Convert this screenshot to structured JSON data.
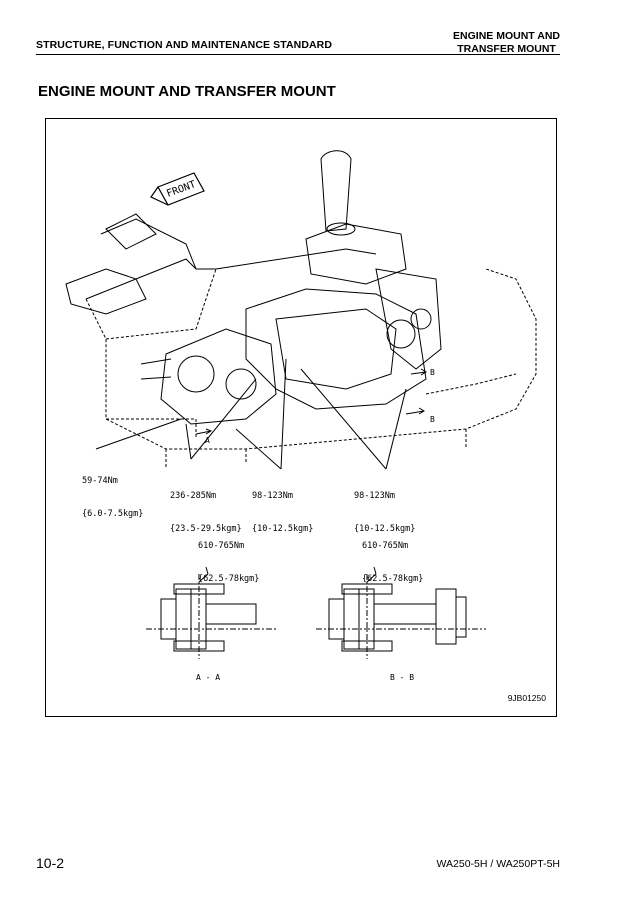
{
  "header": {
    "section_title": "STRUCTURE, FUNCTION AND MAINTENANCE STANDARD",
    "topic_line1": "ENGINE MOUNT AND",
    "topic_line2": "TRANSFER MOUNT"
  },
  "page_title": "ENGINE MOUNT AND TRANSFER MOUNT",
  "figure": {
    "front_label": "FRONT",
    "callouts": {
      "a": "A",
      "b": "B"
    },
    "torques": {
      "t1_line1": "59-74Nm",
      "t1_line2": "{6.0-7.5kgm}",
      "t2_line1": "236-285Nm",
      "t2_line2": "{23.5-29.5kgm}",
      "t3_line1": "98-123Nm",
      "t3_line2": "{10-12.5kgm}",
      "t4_line1": "98-123Nm",
      "t4_line2": "{10-12.5kgm}",
      "t5_line1": "610-765Nm",
      "t5_line2": "{62.5-78kgm}",
      "t6_line1": "610-765Nm",
      "t6_line2": "{62.5-78kgm}"
    },
    "section_aa": "A - A",
    "section_bb": "B - B",
    "figure_id": "9JB01250"
  },
  "footer": {
    "page_number": "10-2",
    "model": "WA250-5H / WA250PT-5H"
  }
}
